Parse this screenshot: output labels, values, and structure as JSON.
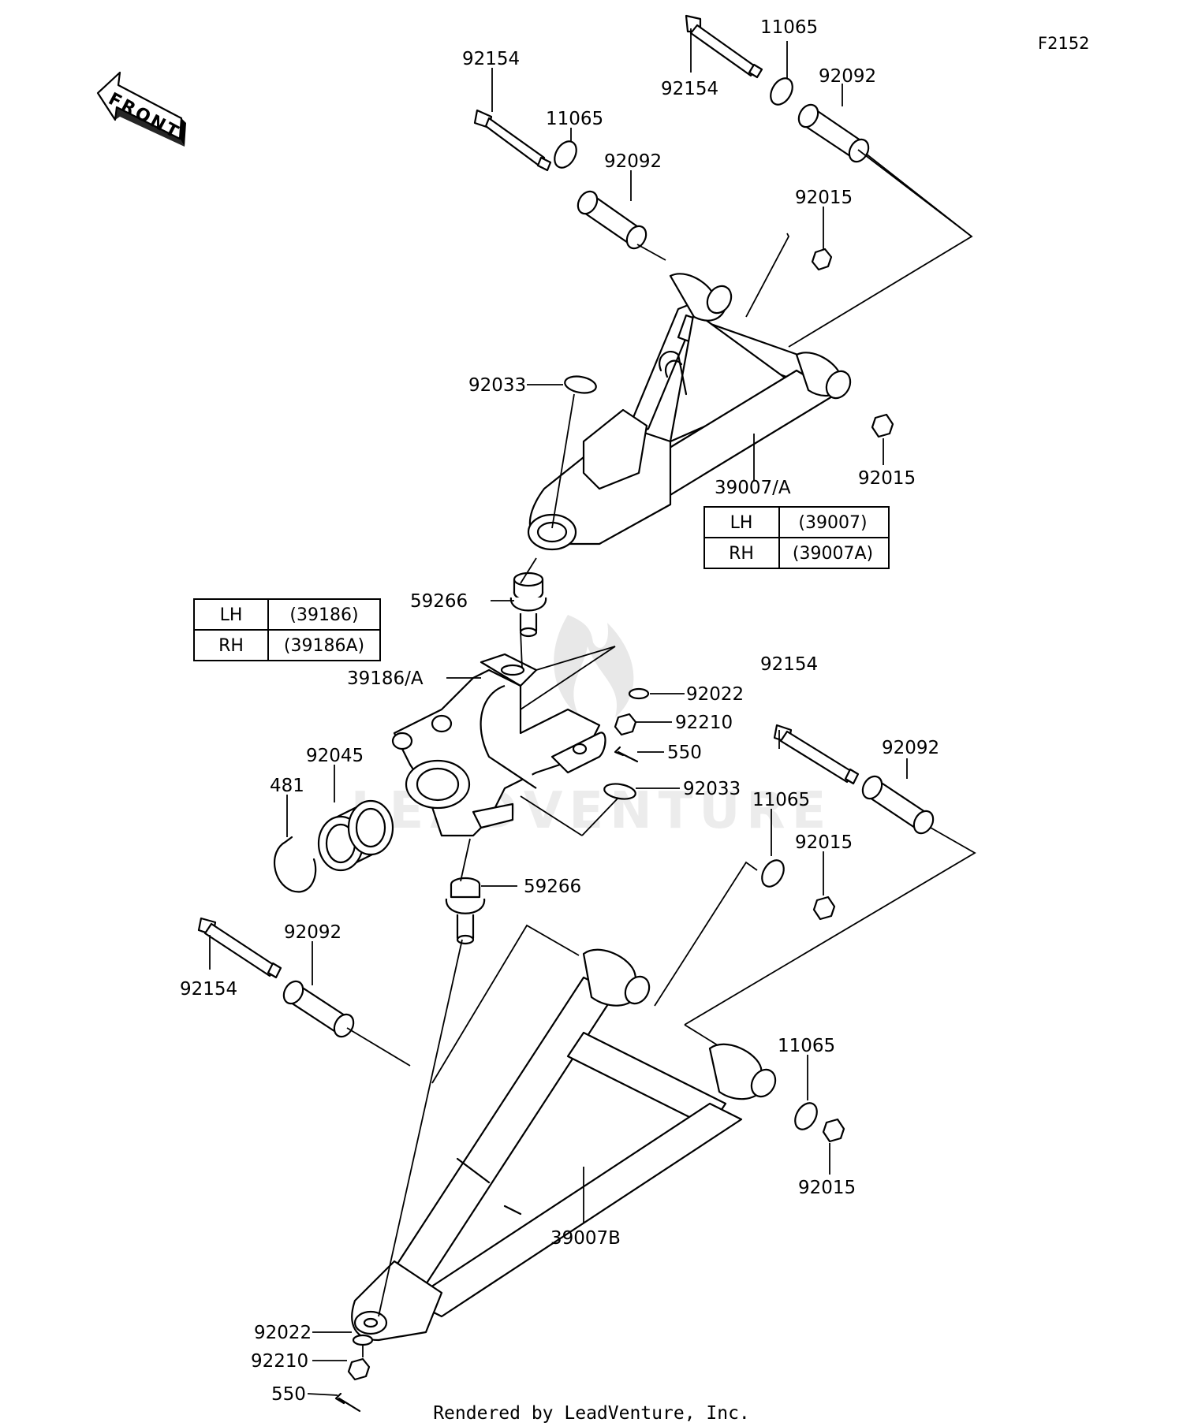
{
  "figure_ref": "F2152",
  "front_arrow_text": "FRONT",
  "footer": "Rendered by LeadVenture, Inc.",
  "watermark_text": "LEADVENTURE",
  "callouts": {
    "bolt_upper_front": "92154",
    "washer_upper_front": "11065",
    "bushing_upper_front": "92092",
    "bolt_upper_rear": "92154",
    "washer_upper_rear": "11065",
    "bushing_upper_rear": "92092",
    "nut_upper_a": "92015",
    "nut_upper_b": "92015",
    "snapring_upper": "92033",
    "upper_arm": "39007/A",
    "balljoint_upper": "59266",
    "knuckle": "39186/A",
    "washer_knuckle": "92022",
    "nut_knuckle": "92210",
    "cotter_knuckle": "550",
    "snapring_knuckle": "92033",
    "bearing": "92045",
    "circlip": "481",
    "balljoint_lower": "59266",
    "bolt_lower_rear": "92154",
    "bushing_lower_rear": "92092",
    "washer_lower_rear": "11065",
    "nut_lower_a": "92015",
    "bolt_lower_front": "92154",
    "bushing_lower_front": "92092",
    "washer_lower_front": "11065",
    "nut_lower_b": "92015",
    "lower_arm": "39007B",
    "washer_bottom": "92022",
    "nut_bottom": "92210",
    "cotter_bottom": "550"
  },
  "tables": {
    "upper_arm": [
      {
        "side": "LH",
        "part": "(39007)"
      },
      {
        "side": "RH",
        "part": "(39007A)"
      }
    ],
    "knuckle": [
      {
        "side": "LH",
        "part": "(39186)"
      },
      {
        "side": "RH",
        "part": "(39186A)"
      }
    ]
  }
}
